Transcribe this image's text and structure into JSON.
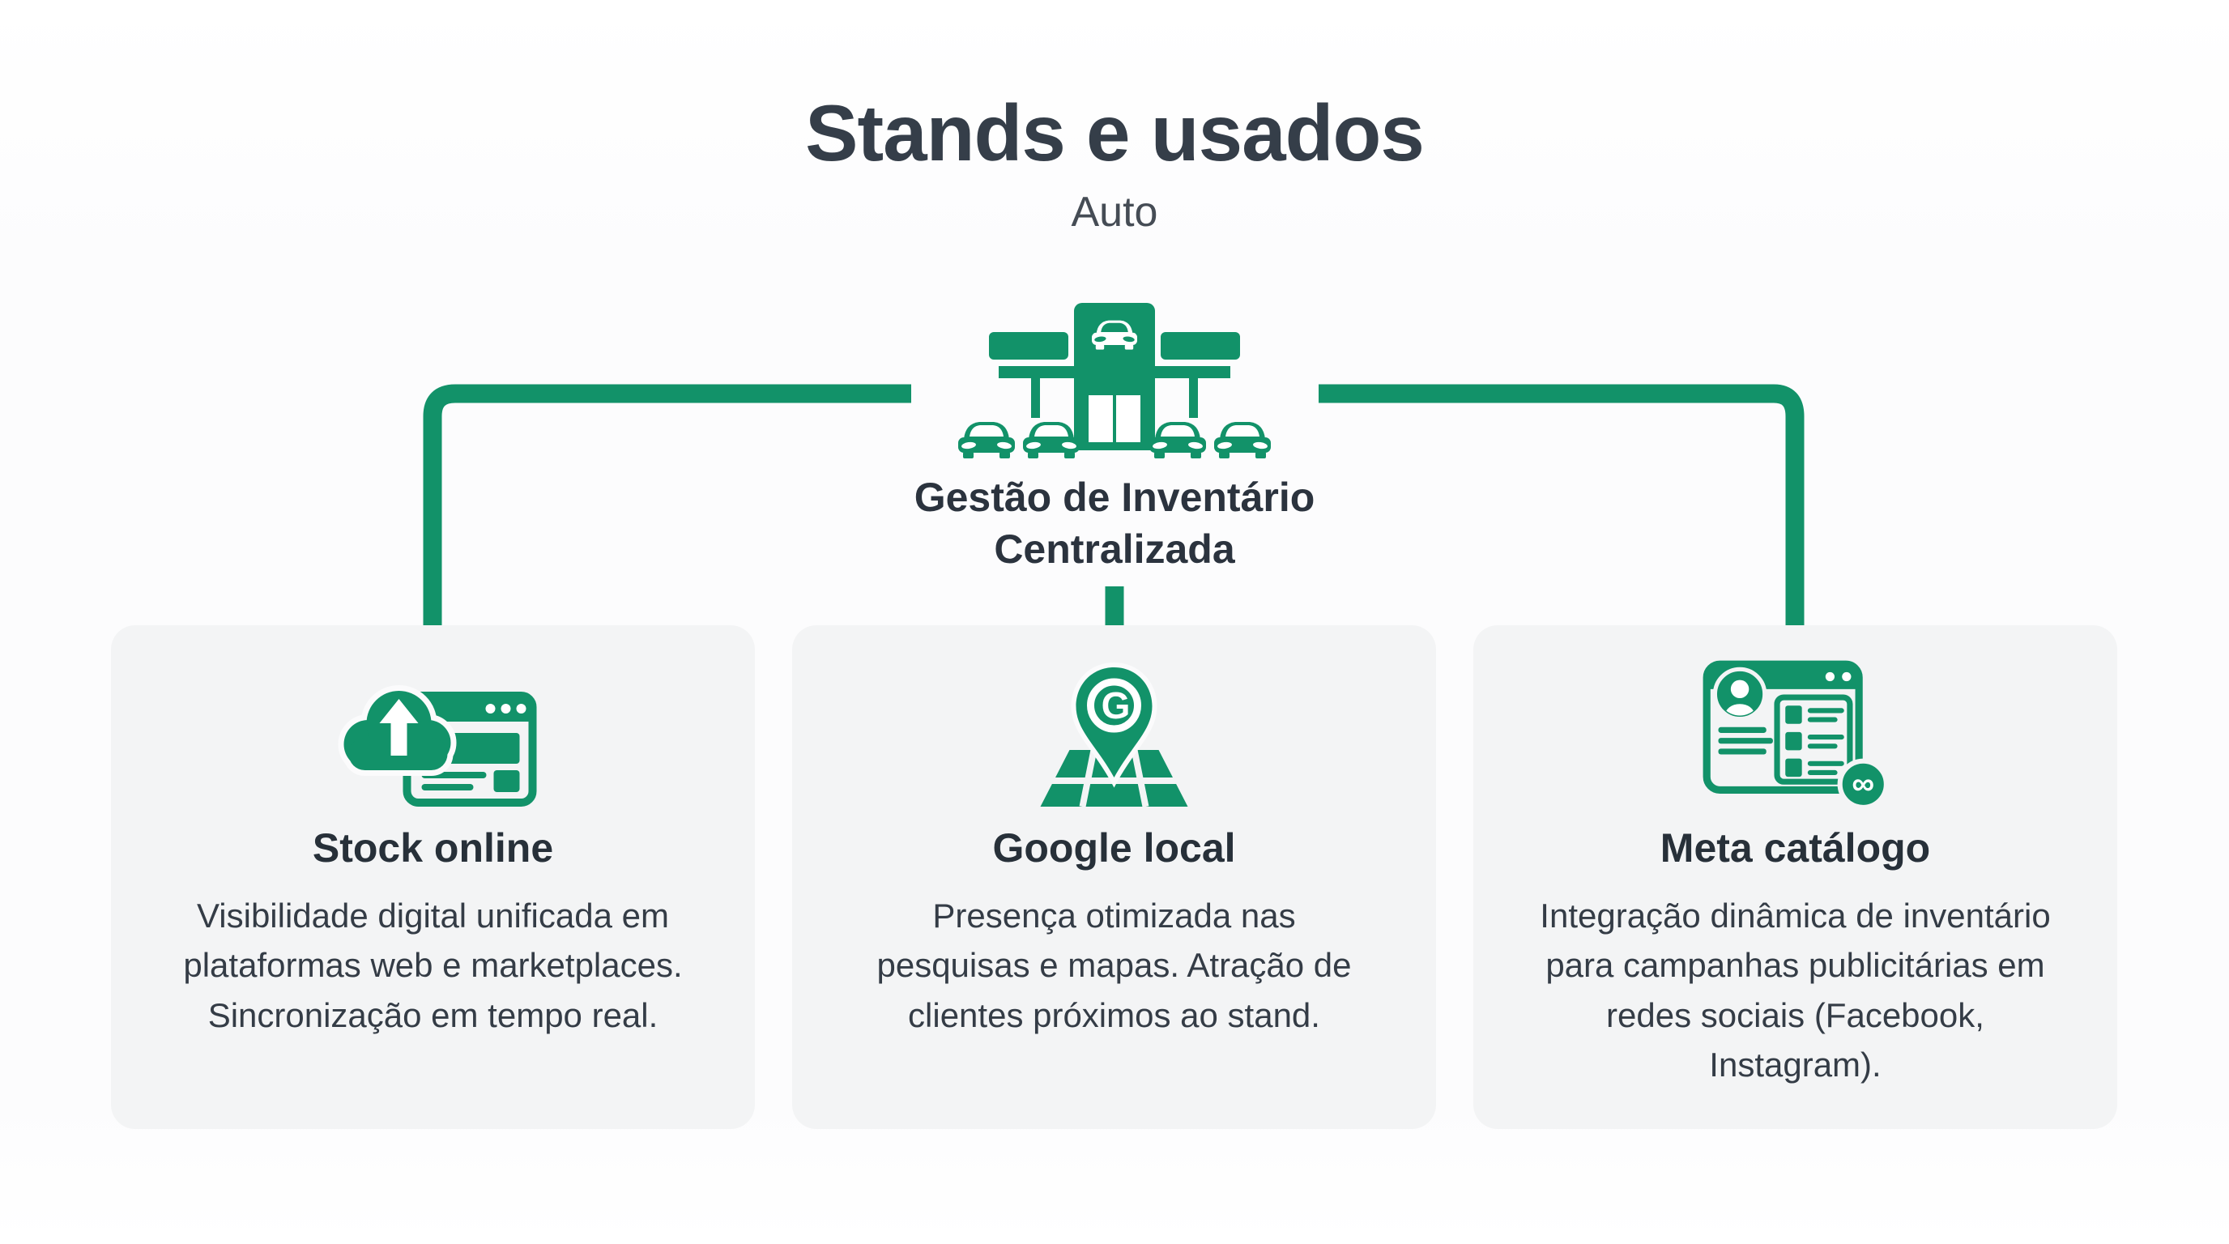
{
  "page": {
    "title": "Stands e usados",
    "subtitle": "Auto"
  },
  "colors": {
    "green": "#129269",
    "title_text": "#353E49",
    "subtitle_text": "#454C55",
    "heading_text": "#273039",
    "body_text": "#343C46",
    "card_background": "#F3F4F5",
    "page_background": "#FCFCFD"
  },
  "center_node": {
    "icon": "car-dealership-icon",
    "label": "Gestão de Inventário\nCentralizada"
  },
  "cards": [
    {
      "icon": "cloud-upload-website-icon",
      "title": "Stock online",
      "description": "Visibilidade digital unificada em plataformas web e marketplaces. Sincronização em tempo real."
    },
    {
      "icon": "google-maps-pin-icon",
      "title": "Google local",
      "description": "Presença otimizada nas pesquisas e mapas. Atração de clientes próximos ao stand."
    },
    {
      "icon": "meta-catalog-icon",
      "title": "Meta catálogo",
      "description": "Integração dinâmica de inventário para campanhas publicitárias em redes sociais (Facebook, Instagram)."
    }
  ],
  "icon_glyphs": {
    "google_letter": "G",
    "meta_infinity": "∞"
  }
}
